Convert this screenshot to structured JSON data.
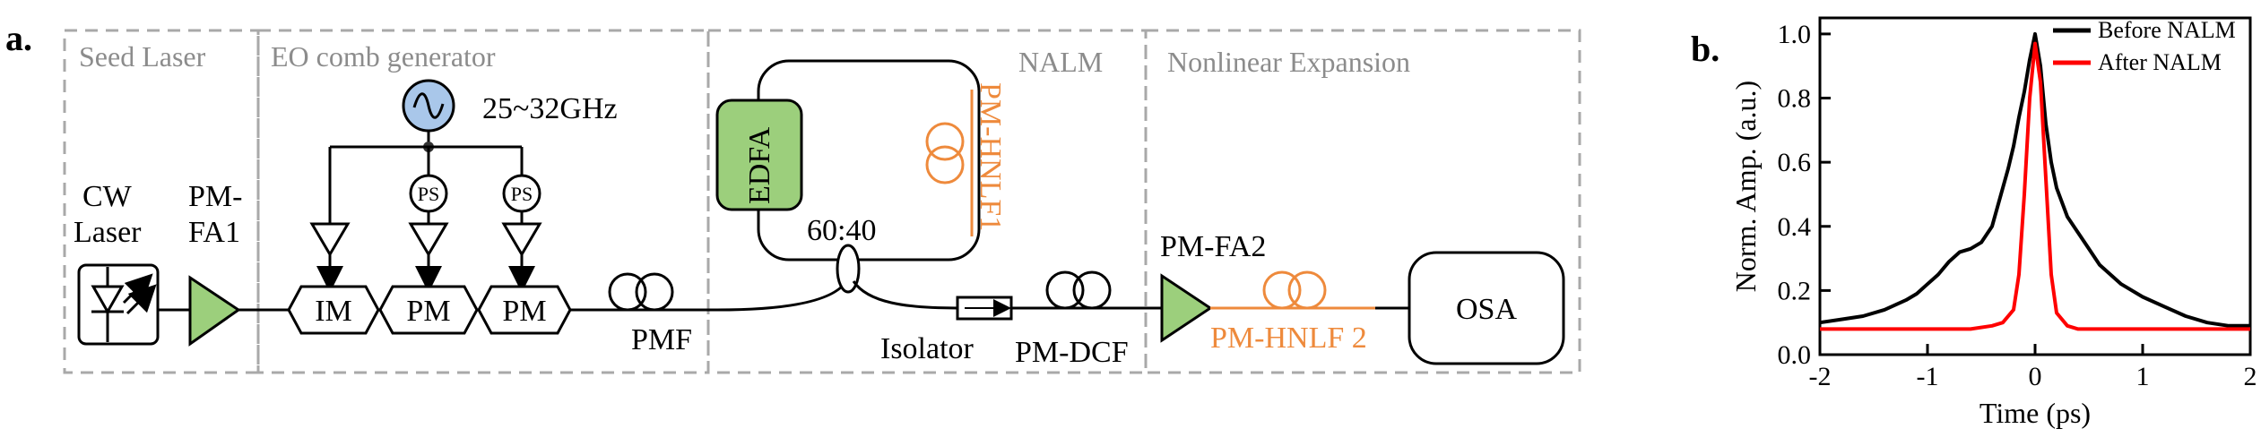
{
  "panel_a": {
    "letter": "a.",
    "sections": {
      "seed": "Seed Laser",
      "eo": "EO comb generator",
      "nalm": "NALM",
      "nonlin": "Nonlinear Expansion"
    },
    "labels": {
      "cw_line1": "CW",
      "cw_line2": "Laser",
      "fa1_line1": "PM-",
      "fa1_line2": "FA1",
      "freq": "25~32GHz",
      "ps": "PS",
      "im": "IM",
      "pm": "PM",
      "pmf": "PMF",
      "edfa": "EDFA",
      "pm_hnlf1": "PM-HNLF1",
      "coupler": "60:40",
      "isolator": "Isolator",
      "pm_dcf": "PM-DCF",
      "pm_fa2": "PM-FA2",
      "pm_hnlf2": "PM-HNLF 2",
      "osa": "OSA"
    },
    "colors": {
      "amplifier": "#9ccf7c",
      "edfa": "#9ccf7c",
      "rf_source": "#a9c7ea",
      "fiber_highlight": "#ee8a3c",
      "section_border": "#a9a9a9"
    }
  },
  "panel_b": {
    "letter": "b.",
    "chart_data": {
      "type": "line",
      "title": "",
      "xlabel": "Time (ps)",
      "ylabel": "Norm. Amp. (a.u.)",
      "xlim": [
        -2,
        2
      ],
      "ylim": [
        0.0,
        1.05
      ],
      "xticks": [
        -2,
        -1,
        0,
        1,
        2
      ],
      "yticks": [
        0.0,
        0.2,
        0.4,
        0.6,
        0.8,
        1.0
      ],
      "legend_position": "top-right",
      "series": [
        {
          "name": "Before NALM",
          "color": "#000000",
          "x": [
            -2.0,
            -1.8,
            -1.6,
            -1.4,
            -1.2,
            -1.1,
            -1.0,
            -0.9,
            -0.8,
            -0.7,
            -0.6,
            -0.5,
            -0.4,
            -0.3,
            -0.25,
            -0.2,
            -0.15,
            -0.1,
            -0.05,
            0.0,
            0.05,
            0.1,
            0.15,
            0.2,
            0.3,
            0.4,
            0.5,
            0.6,
            0.8,
            1.0,
            1.2,
            1.4,
            1.6,
            1.8,
            2.0
          ],
          "y": [
            0.1,
            0.11,
            0.12,
            0.14,
            0.17,
            0.19,
            0.22,
            0.25,
            0.29,
            0.32,
            0.33,
            0.35,
            0.4,
            0.52,
            0.58,
            0.65,
            0.74,
            0.82,
            0.92,
            1.0,
            0.9,
            0.72,
            0.6,
            0.52,
            0.43,
            0.38,
            0.33,
            0.28,
            0.22,
            0.18,
            0.15,
            0.12,
            0.1,
            0.09,
            0.09
          ]
        },
        {
          "name": "After NALM",
          "color": "#ff0000",
          "x": [
            -2.0,
            -1.5,
            -1.0,
            -0.6,
            -0.4,
            -0.3,
            -0.2,
            -0.15,
            -0.1,
            -0.05,
            0.0,
            0.05,
            0.1,
            0.15,
            0.2,
            0.3,
            0.4,
            0.6,
            1.0,
            1.5,
            2.0
          ],
          "y": [
            0.08,
            0.08,
            0.08,
            0.08,
            0.09,
            0.1,
            0.14,
            0.25,
            0.5,
            0.8,
            0.97,
            0.85,
            0.55,
            0.25,
            0.13,
            0.09,
            0.08,
            0.08,
            0.08,
            0.08,
            0.08
          ]
        }
      ]
    }
  }
}
